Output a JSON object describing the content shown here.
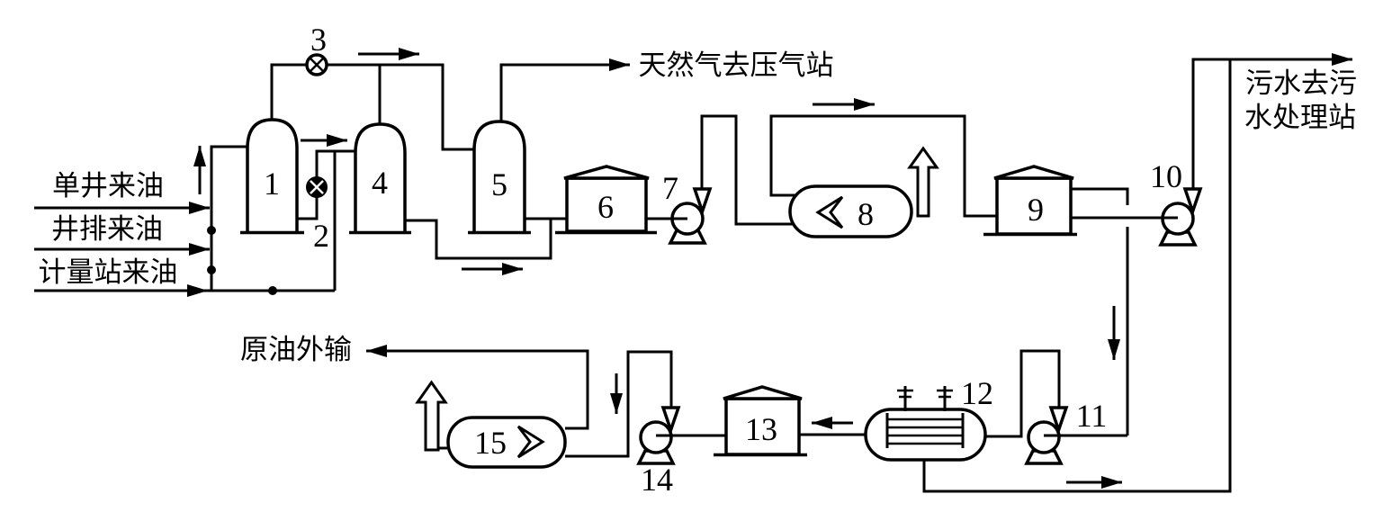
{
  "colors": {
    "ink": "#000000",
    "background": "#ffffff"
  },
  "streams": {
    "inlet1": "单井来油",
    "inlet2": "井排来油",
    "inlet3": "计量站来油",
    "gas_outlet": "天然气去压气站",
    "sewage_outlet_line1": "污水去污",
    "sewage_outlet_line2": "水处理站",
    "crude_outlet": "原油外输"
  },
  "equipment": {
    "n1": "1",
    "n2": "2",
    "n3": "3",
    "n4": "4",
    "n5": "5",
    "n6": "6",
    "n7": "7",
    "n8": "8",
    "n9": "9",
    "n10": "10",
    "n11": "11",
    "n12": "12",
    "n13": "13",
    "n14": "14",
    "n15": "15"
  }
}
